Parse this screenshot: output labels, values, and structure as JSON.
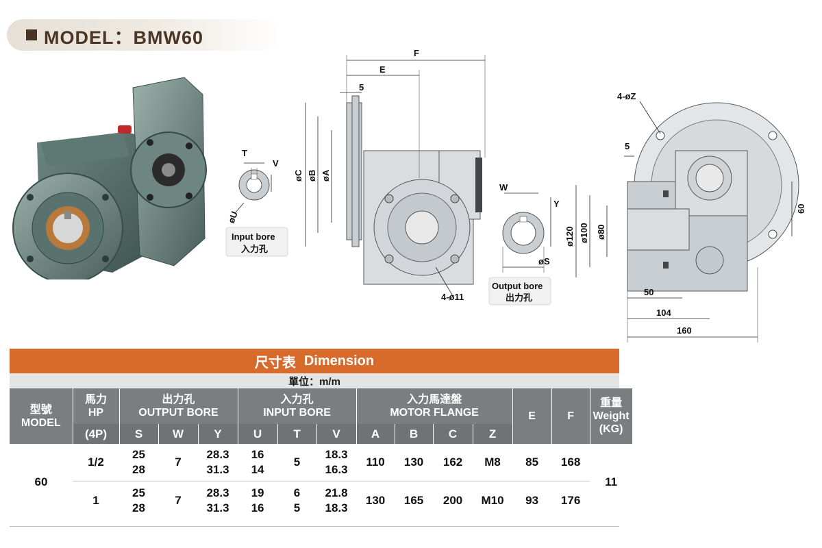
{
  "header": {
    "model_title": "MODEL：BMW60"
  },
  "drawing_labels": {
    "input_bore": {
      "T": "T",
      "V": "V",
      "U": "øU",
      "caption_en": "Input bore",
      "caption_zh": "入力孔"
    },
    "side_view": {
      "F": "F",
      "E": "E",
      "five": "5",
      "C": "øC",
      "B": "øB",
      "A": "øA",
      "holes": "4-ø11"
    },
    "output_bore": {
      "W": "W",
      "Y": "Y",
      "S": "øS",
      "caption_en": "Output bore",
      "caption_zh": "出力孔"
    },
    "front_view": {
      "Z": "4-øZ",
      "five": "5",
      "d120": "ø120",
      "d100": "ø100",
      "d80": "ø80",
      "sixty": "60",
      "fifty": "50",
      "d104": "104",
      "d160": "160"
    }
  },
  "table": {
    "title_zh": "尺寸表",
    "title_en": "Dimension",
    "unit": "單位：m/m",
    "headers": {
      "model_zh": "型號",
      "model_en": "MODEL",
      "hp_zh": "馬力",
      "hp_en": "HP",
      "hp_sub": "(4P)",
      "output_zh": "出力孔",
      "output_en": "OUTPUT BORE",
      "input_zh": "入力孔",
      "input_en": "INPUT BORE",
      "motor_zh": "入力馬達盤",
      "motor_en": "MOTOR FLANGE",
      "E": "E",
      "F": "F",
      "weight_zh": "重量",
      "weight_en": "Weight",
      "weight_unit": "(KG)",
      "S": "S",
      "W": "W",
      "Y": "Y",
      "U": "U",
      "T": "T",
      "V": "V",
      "A": "A",
      "B": "B",
      "C": "C",
      "Z": "Z"
    },
    "model": "60",
    "weight": "11",
    "rows": [
      {
        "hp": "1/2",
        "S1": "25",
        "S2": "28",
        "W": "7",
        "Y1": "28.3",
        "Y2": "31.3",
        "U1": "16",
        "U2": "14",
        "T": "5",
        "V1": "18.3",
        "V2": "16.3",
        "A": "110",
        "B": "130",
        "C": "162",
        "Z": "M8",
        "E": "85",
        "F": "168"
      },
      {
        "hp": "1",
        "S1": "25",
        "S2": "28",
        "W": "7",
        "Y1": "28.3",
        "Y2": "31.3",
        "U1": "19",
        "U2": "16",
        "T1": "6",
        "T2": "5",
        "V1": "21.8",
        "V2": "18.3",
        "A": "130",
        "B": "165",
        "C": "200",
        "Z": "M10",
        "E": "93",
        "F": "176"
      }
    ]
  },
  "colors": {
    "accent": "#d86a2c",
    "header_gray": "#7a7e80",
    "brand_brown": "#4a3524",
    "gear_green": "#4f6b66"
  }
}
